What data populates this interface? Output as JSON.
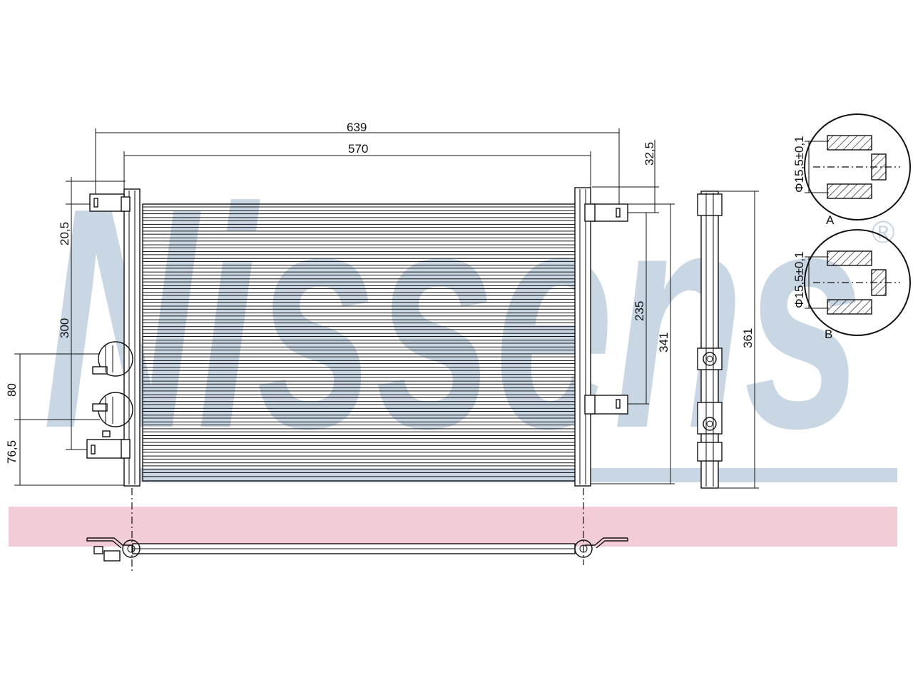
{
  "brand": {
    "watermark": "Nissens",
    "registered_mark": "®",
    "watermark_color": "#c9d6e3",
    "band_color": "#f2cdd5"
  },
  "dimensions": {
    "overall_width": "639",
    "core_width": "570",
    "bracket_offset": "32,5",
    "top_offset": "20,5",
    "left_height": "300",
    "port_spacing": "80",
    "bottom_offset": "76,5",
    "bracket_spacing": "235",
    "core_height": "341",
    "side_height": "361",
    "port_diameter_1": "Φ15,5±0,1",
    "port_diameter_2": "Φ15,5±0,1"
  },
  "detail_labels": {
    "a": "A",
    "b": "B"
  }
}
